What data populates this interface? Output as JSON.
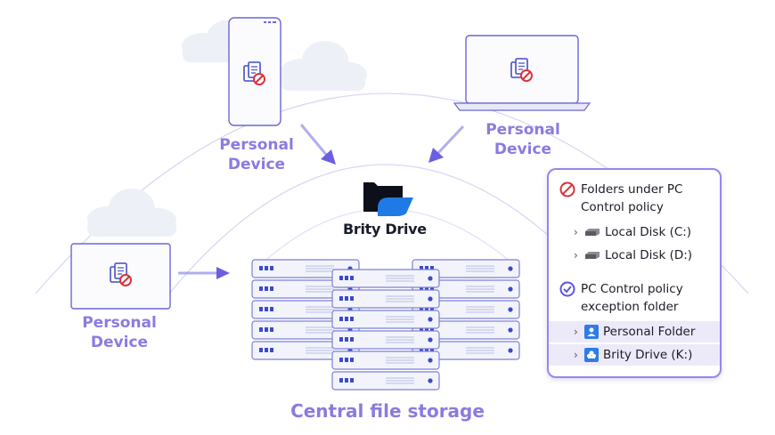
{
  "devices": {
    "phone_label": [
      "Personal",
      "Device"
    ],
    "laptop_label": [
      "Personal",
      "Device"
    ],
    "tablet_label": [
      "Personal",
      "Device"
    ]
  },
  "brand": {
    "name": "Brity Drive"
  },
  "storage": {
    "caption": "Central file storage"
  },
  "panel": {
    "blocked_heading": [
      "Folders under PC",
      "Control policy"
    ],
    "blocked_items": [
      "Local Disk (C:)",
      "Local Disk (D:)"
    ],
    "allowed_heading": [
      "PC Control policy",
      "exception folder"
    ],
    "allowed_items": [
      "Personal Folder",
      "Brity Drive (K:)"
    ]
  },
  "colors": {
    "accent": "#8a7be0",
    "panel_border": "#9488ea",
    "block_red": "#d9343a",
    "check_blue": "#5b55e0"
  },
  "icons": [
    "document-blocked-icon",
    "prohibited-icon",
    "check-circle-icon",
    "disk-icon",
    "folder-icon",
    "arrow-icon",
    "cloud-icon",
    "server-icon",
    "brity-drive-logo"
  ]
}
